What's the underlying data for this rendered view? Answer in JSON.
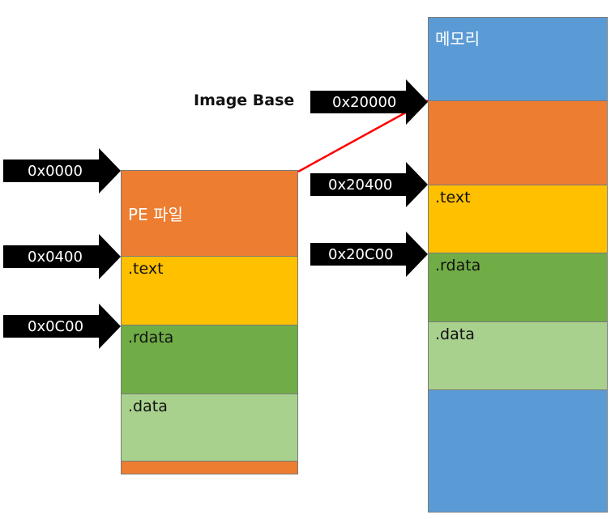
{
  "colors": {
    "header_orange": "#ED7D31",
    "text_yellow": "#FFC000",
    "rdata_green": "#70AD47",
    "data_lightgreen": "#A9D18E",
    "memory_blue": "#5B9BD5",
    "arrow_black": "#000000",
    "link_red": "#FF0000"
  },
  "pe_file": {
    "title": "PE 파일",
    "sections": {
      "text": ".text",
      "rdata": ".rdata",
      "data": ".data"
    },
    "offsets": {
      "header": "0x0000",
      "text": "0x0400",
      "rdata": "0x0C00"
    }
  },
  "memory": {
    "title": "메모리",
    "sections": {
      "text": ".text",
      "rdata": ".rdata",
      "data": ".data"
    },
    "addresses": {
      "image_base": "0x20000",
      "text": "0x20400",
      "rdata": "0x20C00"
    }
  },
  "image_base_label": "Image Base"
}
